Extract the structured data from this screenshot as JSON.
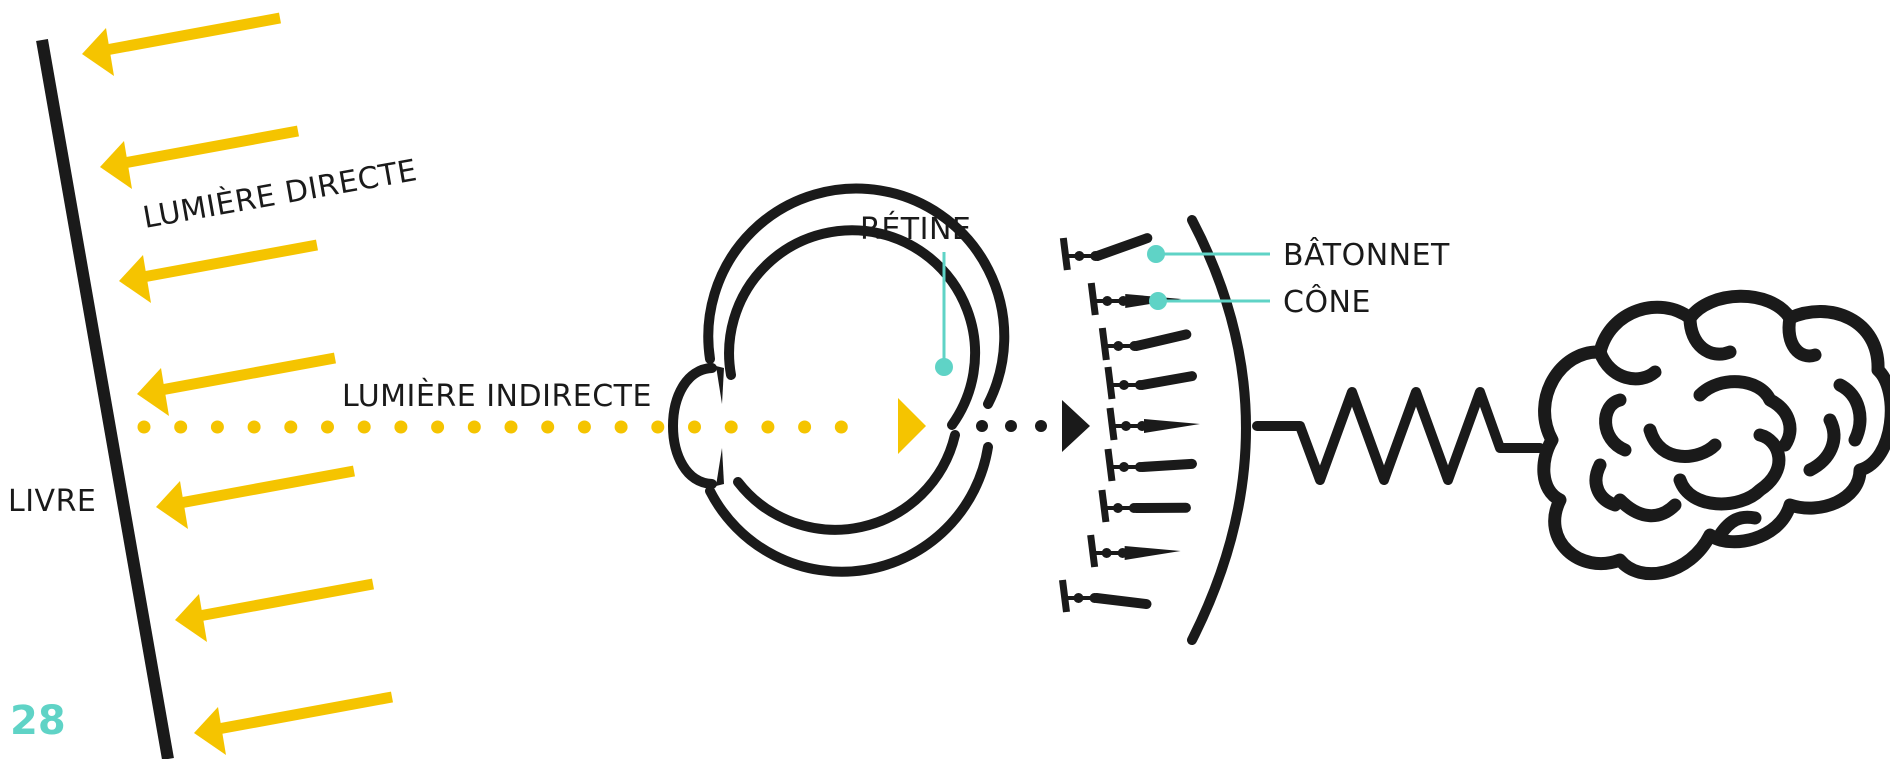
{
  "labels": {
    "direct_light": "LUMIÈRE DIRECTE",
    "indirect_light": "LUMIÈRE INDIRECTE",
    "book": "LIVRE",
    "retina": "RÉTINE",
    "rod": "BÂTONNET",
    "cone": "CÔNE"
  },
  "page_number": "28",
  "colors": {
    "light": "#f5c400",
    "ink": "#1a1a1a",
    "accent": "#5fd3c6"
  }
}
